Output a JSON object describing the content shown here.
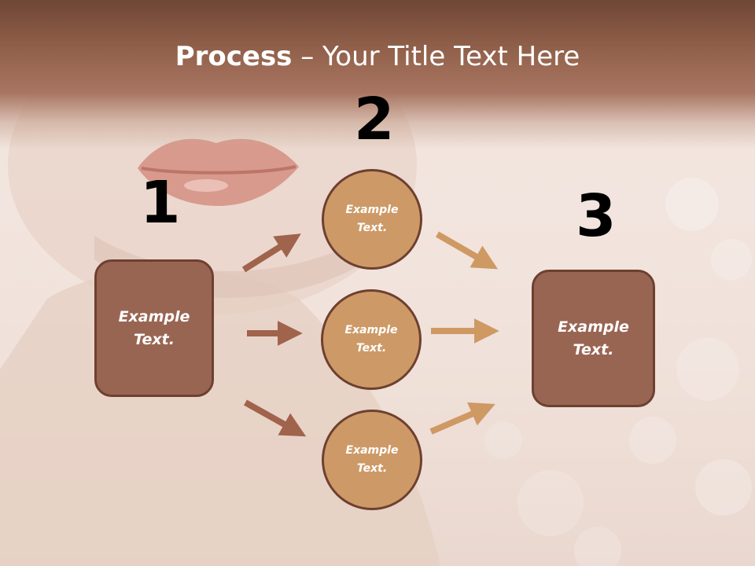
{
  "slide": {
    "title_bold": "Process",
    "title_rest": " – Your Title Text Here",
    "step_numbers": [
      "1",
      "2",
      "3"
    ],
    "left_box": "Example Text.",
    "right_box": "Example Text.",
    "circles": [
      "Example Text.",
      "Example Text.",
      "Example Text."
    ]
  },
  "colors": {
    "header_band": "#93624c",
    "box_fill": "#996553",
    "circle_fill": "#cd9a67",
    "outline": "#6e4030",
    "arrow_left": "#a0634b",
    "arrow_right": "#cf9964"
  }
}
